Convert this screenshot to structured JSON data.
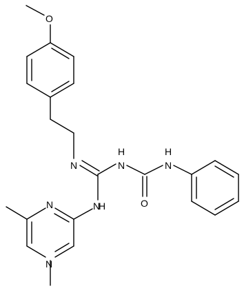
{
  "molecule": {
    "atoms": {
      "o_methoxy": "O",
      "n_imine": "N",
      "nh_guanidine_top": "H",
      "n_guanidine_top": "N",
      "nh_urea": "H",
      "n_urea": "N",
      "o_carbonyl": "O",
      "nh_guanidine_bottom": "H",
      "n_guanidine_bottom": "N",
      "n_pyrimidine_top": "N",
      "n_pyrimidine_bottom": "N"
    }
  }
}
